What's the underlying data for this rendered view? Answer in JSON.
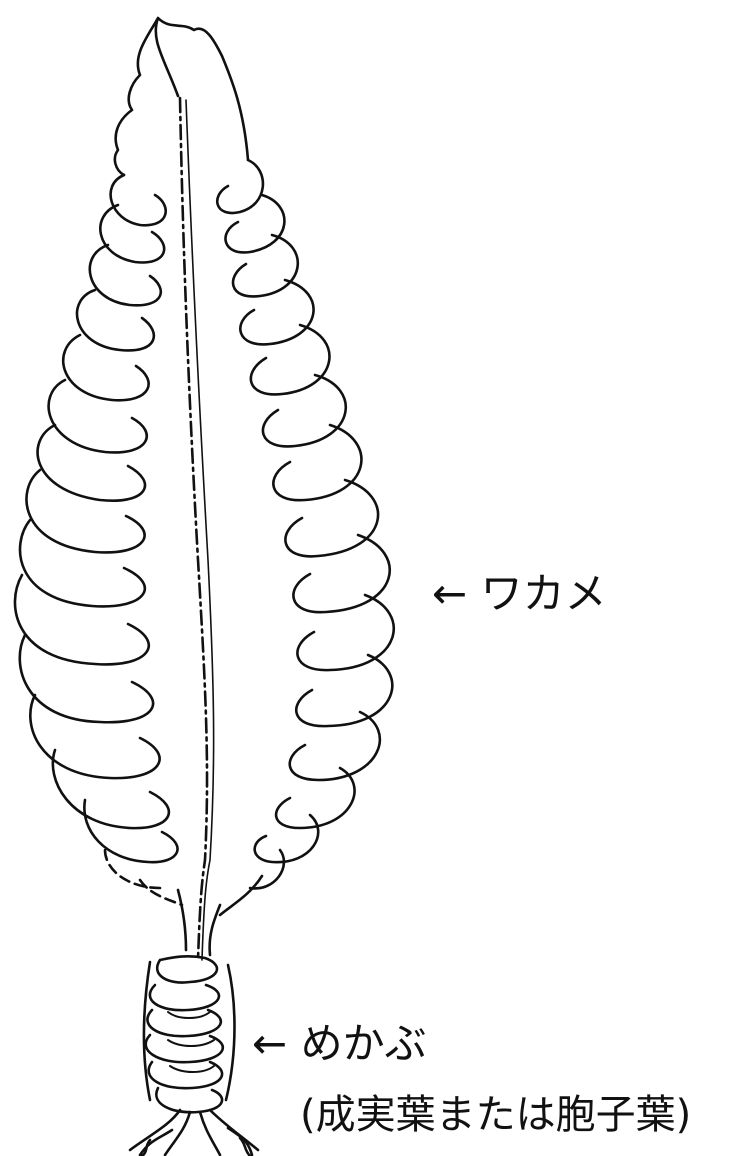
{
  "labels": {
    "wakame": {
      "arrow": "←",
      "text": "ワカメ"
    },
    "mekabu": {
      "arrow": "←",
      "text": "めかぶ"
    },
    "mekabu_note": "(成実葉または胞子葉)"
  },
  "colors": {
    "ink": "#111111",
    "background": "#ffffff"
  }
}
